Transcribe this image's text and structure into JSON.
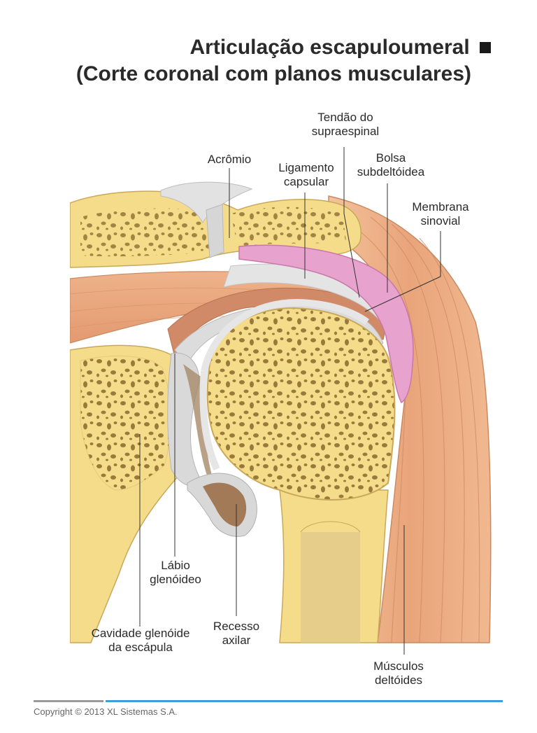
{
  "title": {
    "line1": "Articulação escapuloumeral",
    "line2": "(Corte coronal com planos musculares)"
  },
  "labels": {
    "tendao": [
      "Tendão do",
      "supraespinal"
    ],
    "acromio": [
      "Acrômio"
    ],
    "ligamento": [
      "Ligamento",
      "capsular"
    ],
    "bolsa": [
      "Bolsa",
      "subdeltóidea"
    ],
    "membrana": [
      "Membrana",
      "sinovial"
    ],
    "labio": [
      "Lábio",
      "glenóideo"
    ],
    "cavidade": [
      "Cavidade glenóide",
      "da escápula"
    ],
    "recesso": [
      "Recesso",
      "axilar"
    ],
    "musculos": [
      "Músculos",
      "deltóides"
    ]
  },
  "footer": {
    "copyright": "Copyright © 2013 XL Sistemas S.A."
  },
  "colors": {
    "bone": "#f4dc8a",
    "bone_dark": "#d8c070",
    "muscle": "#e9a47a",
    "capsule": "#d08a68",
    "bursa": "#e39ac6",
    "cartilage": "#d8d8d8",
    "footer_accent": "#3a9fd8"
  }
}
